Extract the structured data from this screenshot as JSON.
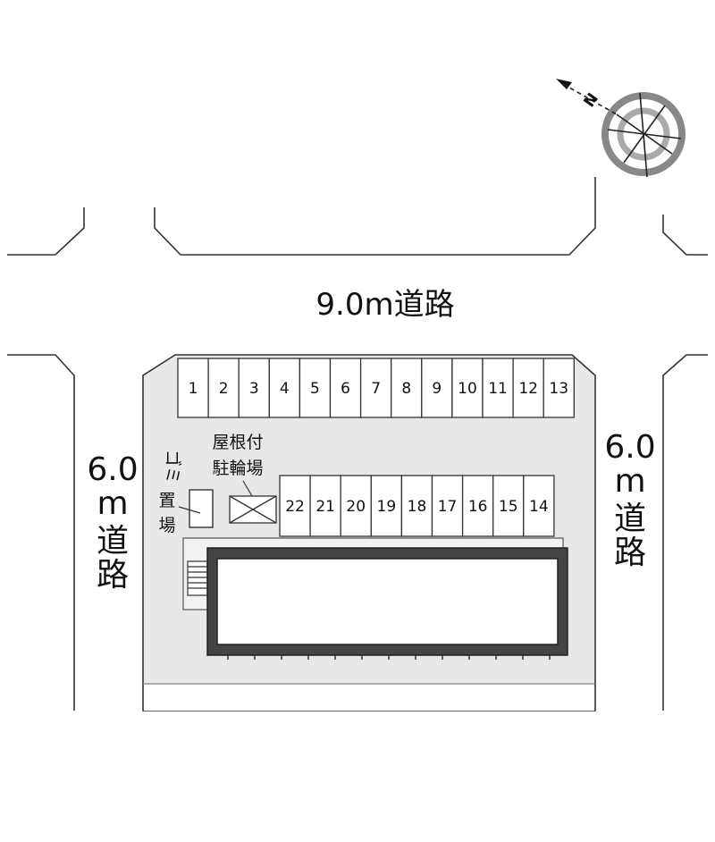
{
  "roads": {
    "top": "9.0m道路",
    "left": [
      "6.0",
      "m",
      "道",
      "路"
    ],
    "right": [
      "6.0",
      "m",
      "道",
      "路"
    ]
  },
  "compass": {
    "north_letter": "N"
  },
  "labels": {
    "bike_parking": [
      "屋根付",
      "駐輪場"
    ],
    "garbage": [
      "ゴミ",
      "置",
      "場"
    ]
  },
  "parking_top": [
    "1",
    "2",
    "3",
    "4",
    "5",
    "6",
    "7",
    "8",
    "9",
    "10",
    "11",
    "12",
    "13"
  ],
  "parking_bottom": [
    "22",
    "21",
    "20",
    "19",
    "18",
    "17",
    "16",
    "15",
    "14"
  ],
  "colors": {
    "lot": "#e8e8e8",
    "building": "#555555",
    "line": "#333333"
  }
}
